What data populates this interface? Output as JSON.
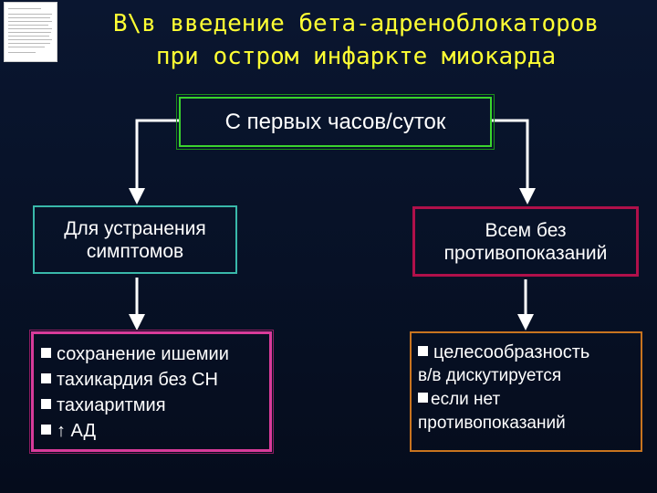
{
  "title": {
    "line1": "В\\в введение бета-адреноблокаторов",
    "line2": "при остром инфаркте миокарда"
  },
  "top_box": {
    "label": "С первых часов/суток"
  },
  "left_box": {
    "line1": "Для устранения",
    "line2": "симптомов"
  },
  "right_box": {
    "line1": "Всем без",
    "line2": "противопоказаний"
  },
  "left_list": {
    "items": [
      "сохранение ишемии",
      "тахикардия без СН",
      "тахиаритмия",
      "↑ АД"
    ]
  },
  "right_list": {
    "item1": "целесообразность",
    "item1_cont": "в/в дискутируется",
    "item2": "если нет",
    "item2_cont": "противопоказаний"
  },
  "colors": {
    "title": "#ffff33",
    "top_box_border": "#3bd42e",
    "left_box_border": "#39b8aa",
    "right_box_border": "#b0104a",
    "left_list_border": "#d93b9a",
    "right_list_border": "#c8741f",
    "background": "#071126"
  }
}
